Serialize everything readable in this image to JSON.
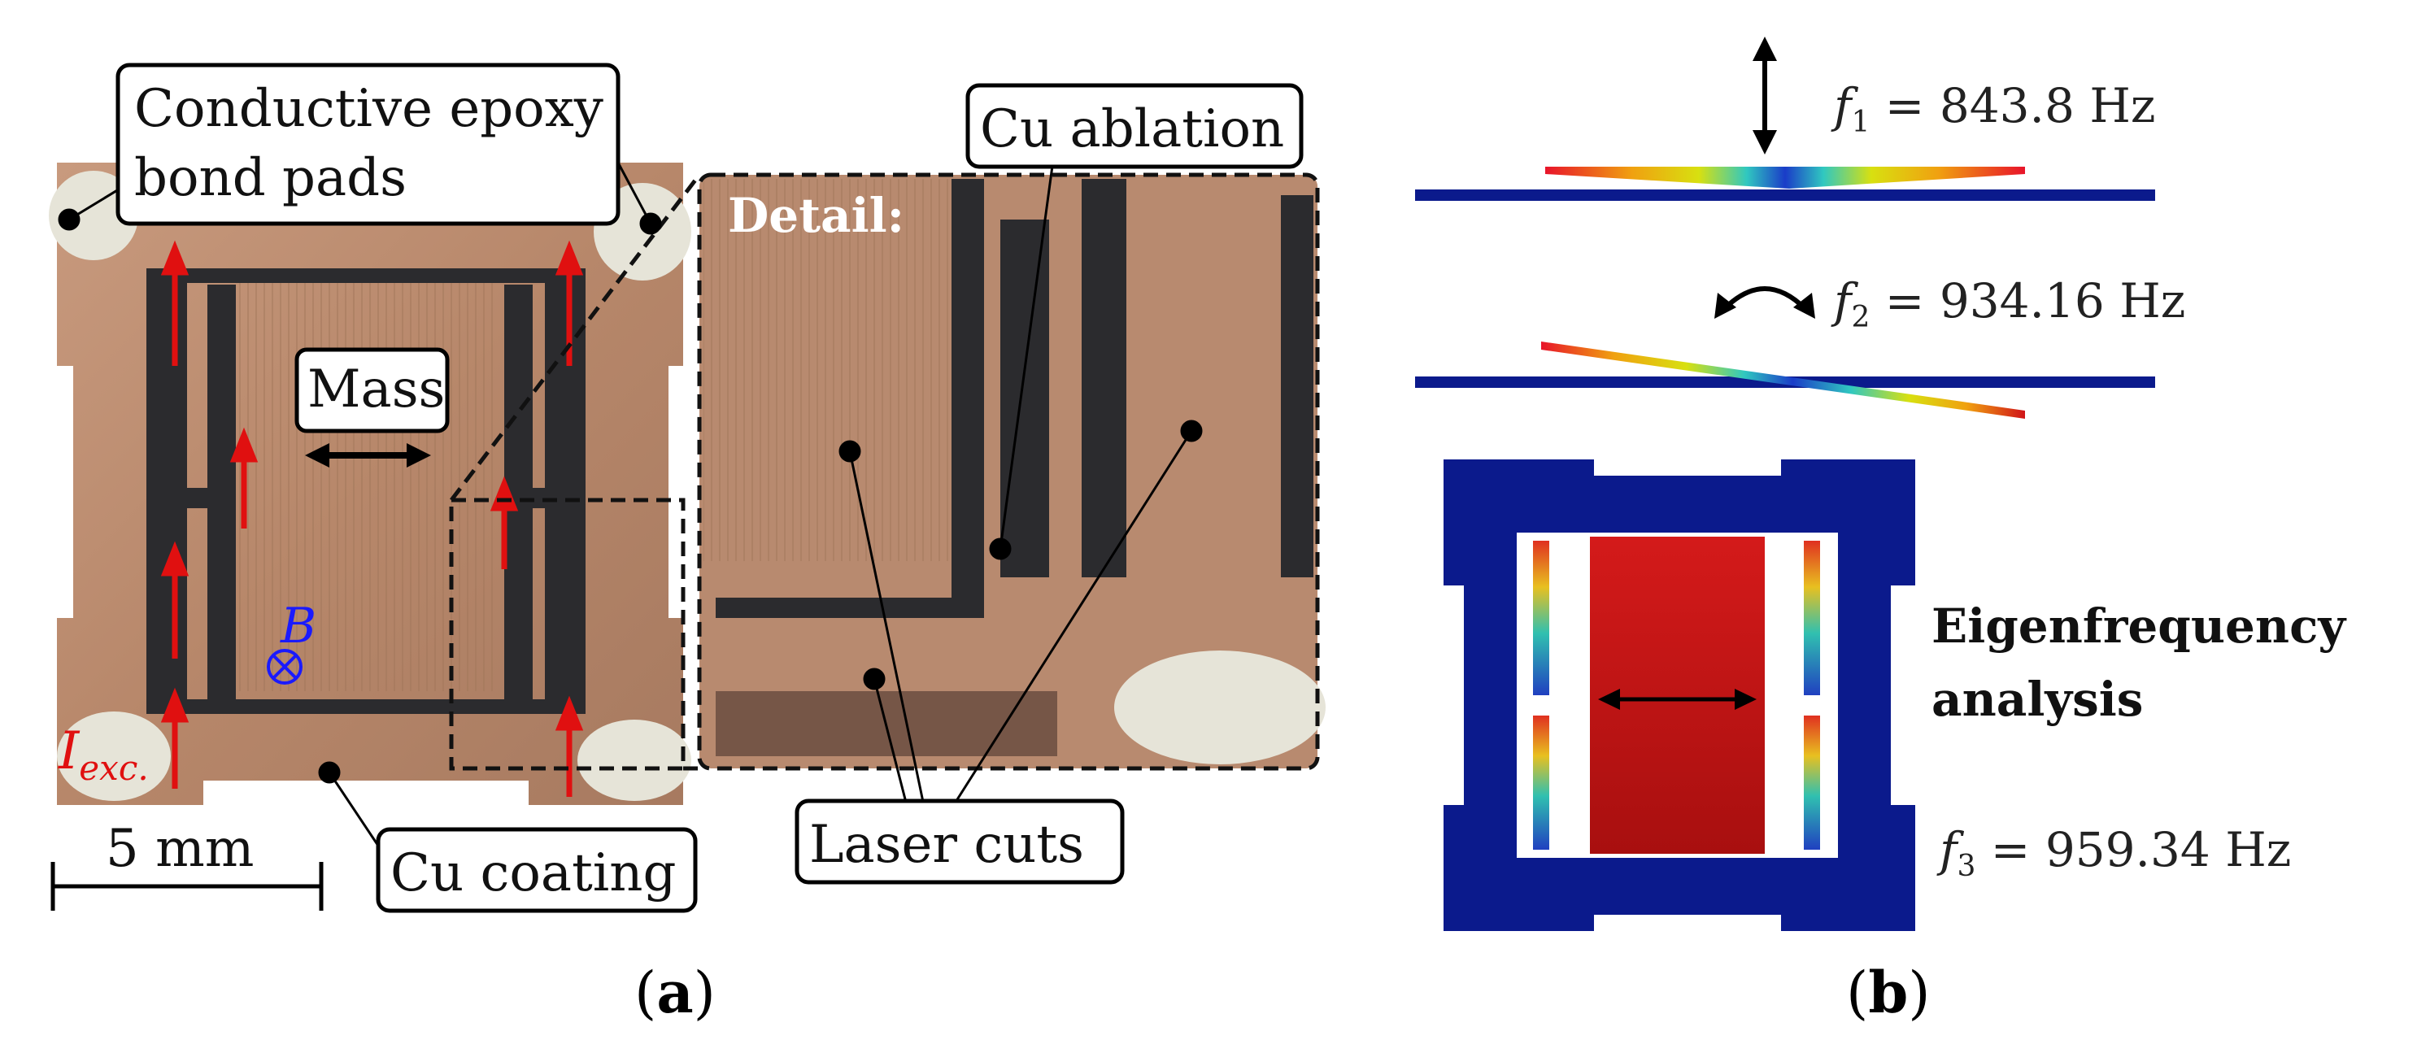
{
  "panel_a": {
    "panel_label_prefix": "(",
    "panel_label_letter": "a",
    "panel_label_suffix": ")",
    "label_bond_pads_line1": "Conductive epoxy",
    "label_bond_pads_line2": "bond pads",
    "label_mass": "Mass",
    "label_field_symbol": "B",
    "label_current": "I",
    "label_current_sub": "exc.",
    "label_coating": "Cu coating",
    "label_scale": "5 mm",
    "label_detail": "Detail:",
    "label_ablation": "Cu ablation",
    "label_laser_cuts": "Laser cuts"
  },
  "panel_b": {
    "panel_label_prefix": "(",
    "panel_label_letter": "b",
    "panel_label_suffix": ")",
    "mode1_symbol": "f",
    "mode1_sub": "1",
    "mode1_value": " = 843.8 Hz",
    "mode2_symbol": "f",
    "mode2_sub": "2",
    "mode2_value": " = 934.16 Hz",
    "mode3_symbol": "f",
    "mode3_sub": "3",
    "mode3_value": " = 959.34 Hz",
    "analysis_line1": "Eigenfrequency",
    "analysis_line2": "analysis"
  },
  "colors": {
    "copper": "#b98a6e",
    "dark_cut": "#2b2b2e",
    "arrow_red": "#e01010",
    "field_blue": "#1a1aff",
    "fem_navy": "#0b1a8c",
    "fem_red": "#c41414"
  }
}
